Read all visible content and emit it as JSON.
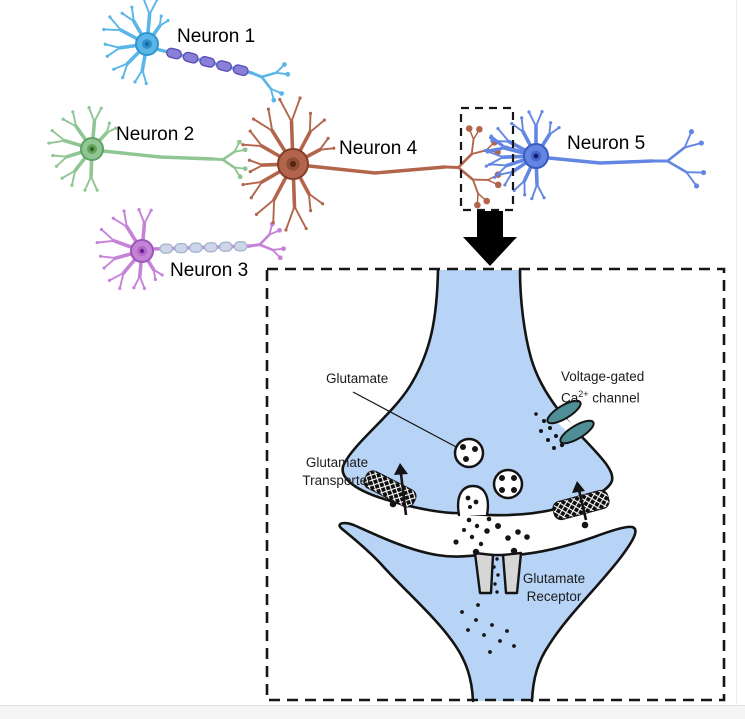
{
  "neurons": [
    {
      "id": "neuron-1",
      "label": "Neuron 1",
      "colors": {
        "body": "#5ab6e8",
        "outline": "#2f95cc",
        "nucleus": "#2e90c6",
        "core": "#0f6da3",
        "myelin_fill": "#8a7fd8",
        "myelin_stroke": "#5c51b4"
      }
    },
    {
      "id": "neuron-2",
      "label": "Neuron 2",
      "colors": {
        "body": "#90c693",
        "outline": "#5fa263",
        "nucleus": "#67a35e",
        "core": "#33681f"
      }
    },
    {
      "id": "neuron-3",
      "label": "Neuron 3",
      "colors": {
        "body": "#c583d8",
        "outline": "#9c56b8",
        "nucleus": "#b168c6",
        "core": "#6d2090",
        "myelin_fill": "#cdd6e9",
        "myelin_stroke": "#a9b4ce"
      }
    },
    {
      "id": "neuron-4",
      "label": "Neuron 4",
      "colors": {
        "body": "#b2654b",
        "outline": "#82402c",
        "nucleus": "#8f4e38",
        "core": "#54250f"
      }
    },
    {
      "id": "neuron-5",
      "label": "Neuron 5",
      "colors": {
        "body": "#6286e2",
        "outline": "#3a5cc0",
        "nucleus": "#4a66cd",
        "core": "#111c6e"
      }
    }
  ],
  "synapse": {
    "labels": {
      "glutamate": "Glutamate",
      "vgcc_line1": "Voltage-gated",
      "vgcc_ca": "Ca",
      "vgcc_sup": "2+",
      "vgcc_rest": " channel",
      "transporter_line1": "Glutamate",
      "transporter_line2": "Transporter",
      "receptor_line1": "Glutamate",
      "receptor_line2": "Receptor"
    },
    "colors": {
      "cell_fill": "#b7d3f6",
      "outline": "#141414",
      "channel": "#4f8e95",
      "receptor": "#d6d6d6",
      "vesicle": "#ffffff",
      "arrow": "#000000"
    }
  }
}
